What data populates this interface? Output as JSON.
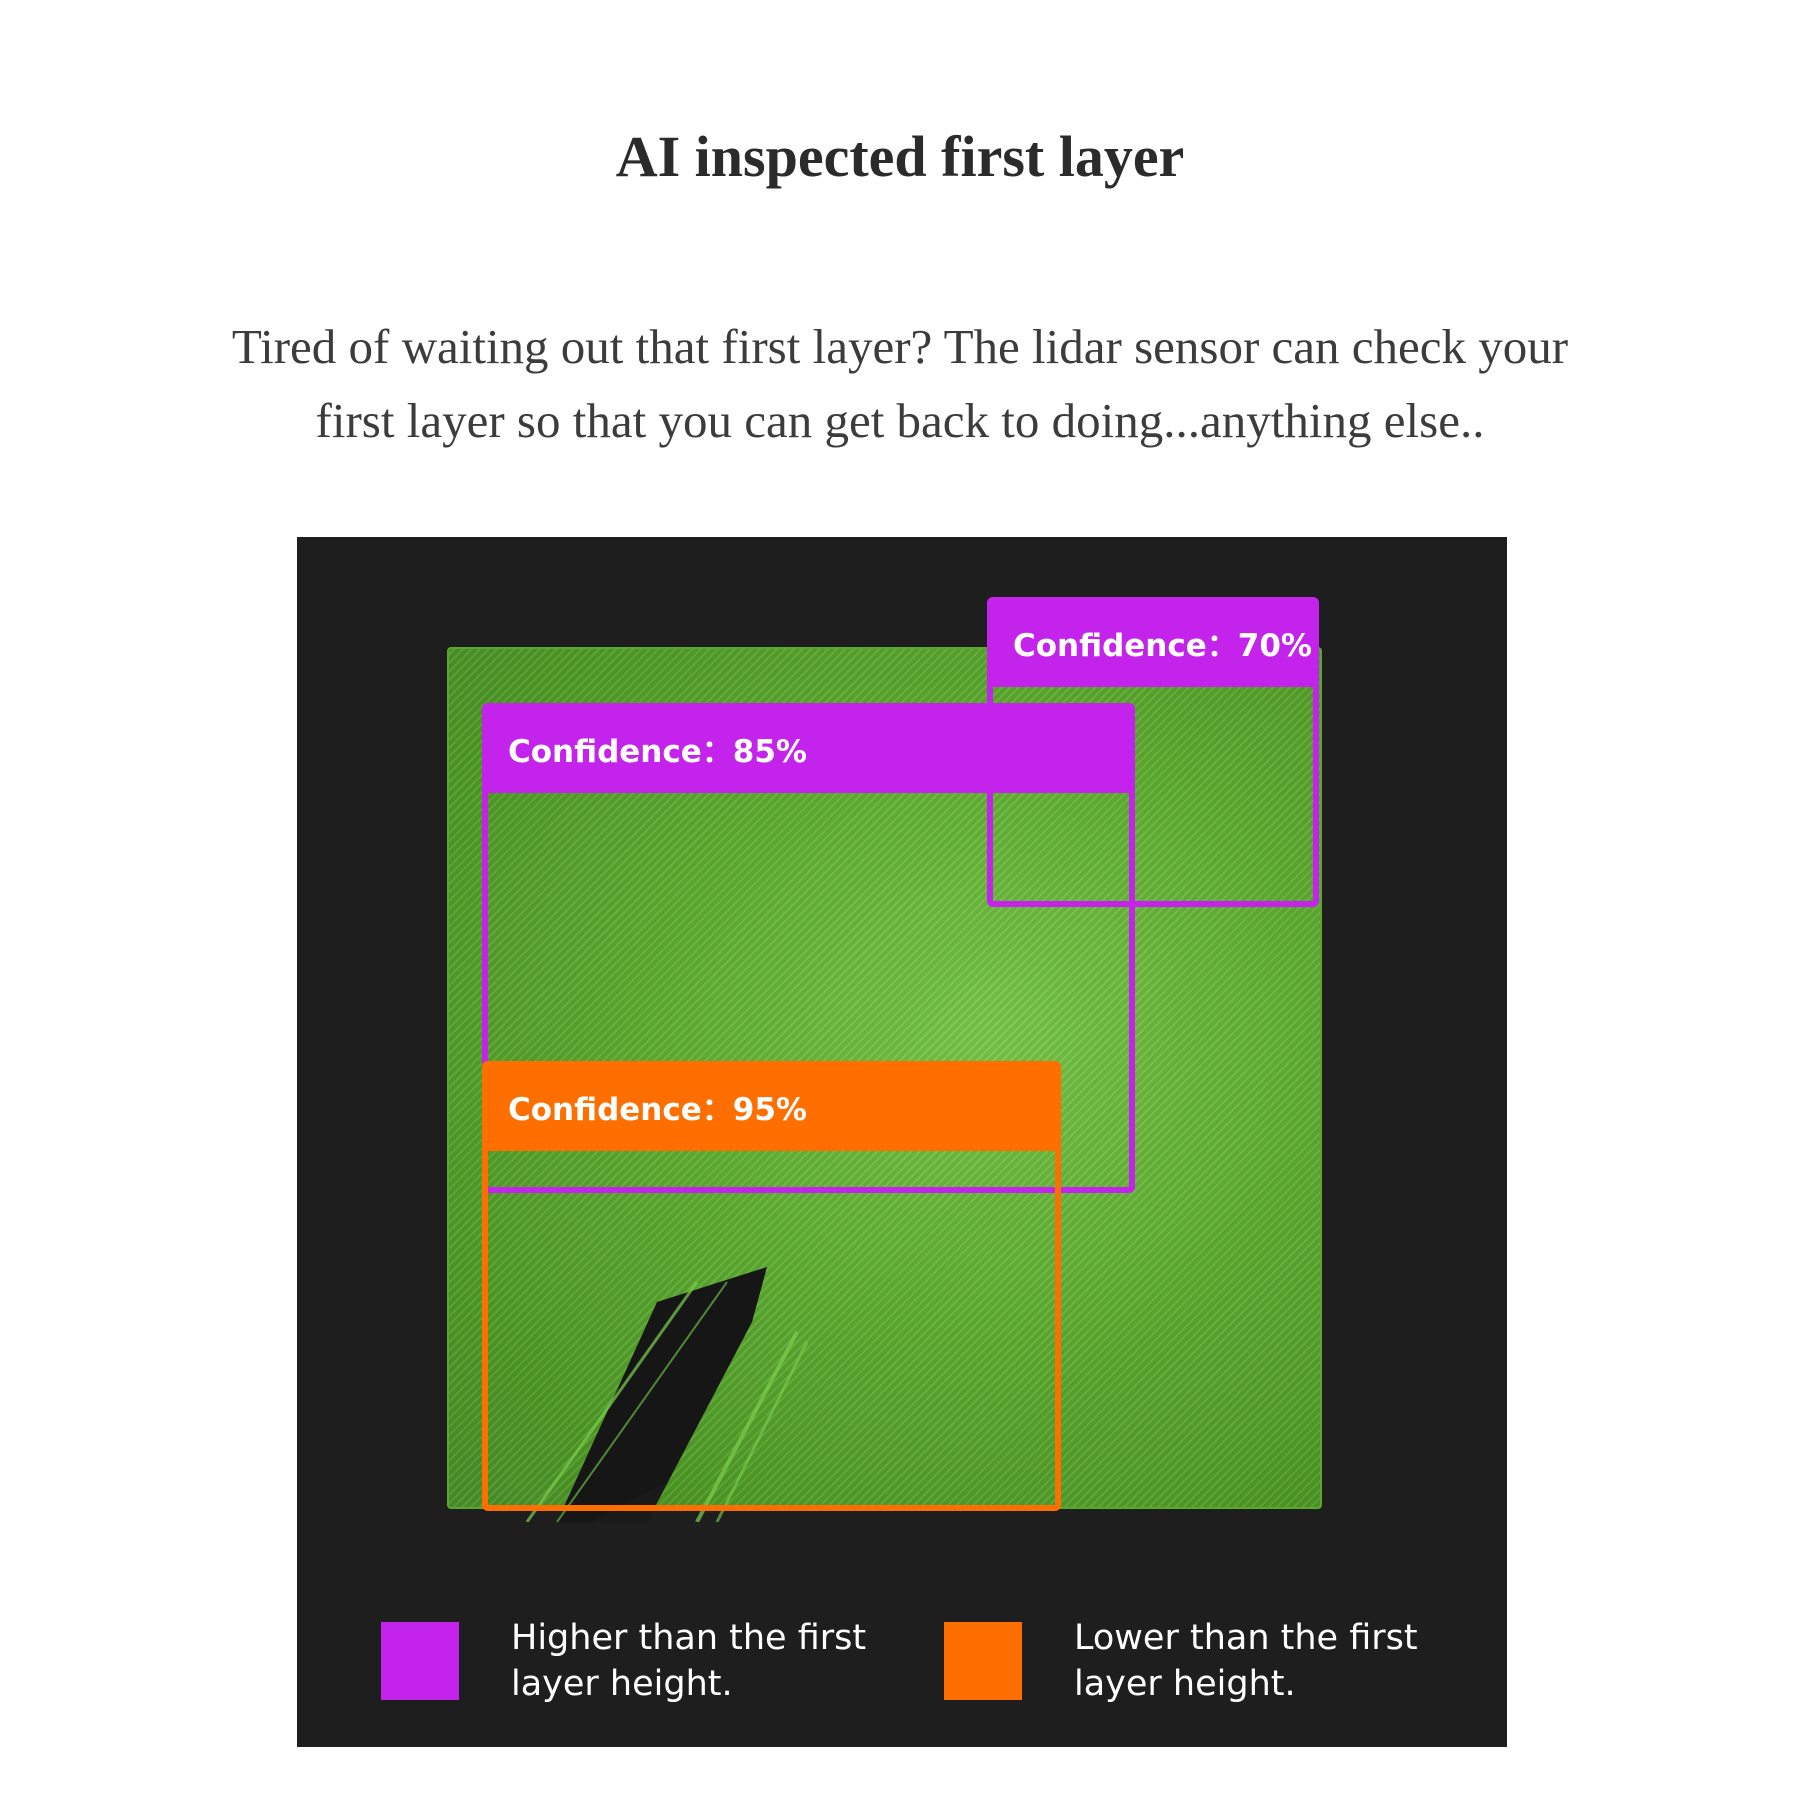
{
  "heading": {
    "title": "AI inspected first layer",
    "description": "Tired of waiting out that first layer? The lidar sensor can check your first layer so that you can get back to doing...anything else.."
  },
  "detections": [
    {
      "label": "Confidence：70%",
      "confidence": 0.7,
      "category": "higher",
      "color": "#c423ec"
    },
    {
      "label": "Confidence：85%",
      "confidence": 0.85,
      "category": "higher",
      "color": "#c423ec"
    },
    {
      "label": "Confidence：95%",
      "confidence": 0.95,
      "category": "lower",
      "color": "#ff6f00"
    }
  ],
  "legend": {
    "higher": {
      "label": "Higher than the first layer height.",
      "color": "#c423ec"
    },
    "lower": {
      "label": "Lower than the first layer height.",
      "color": "#ff6f00"
    }
  },
  "colors": {
    "panel_background": "#1e1e1e",
    "print_green": "#5fad32"
  }
}
